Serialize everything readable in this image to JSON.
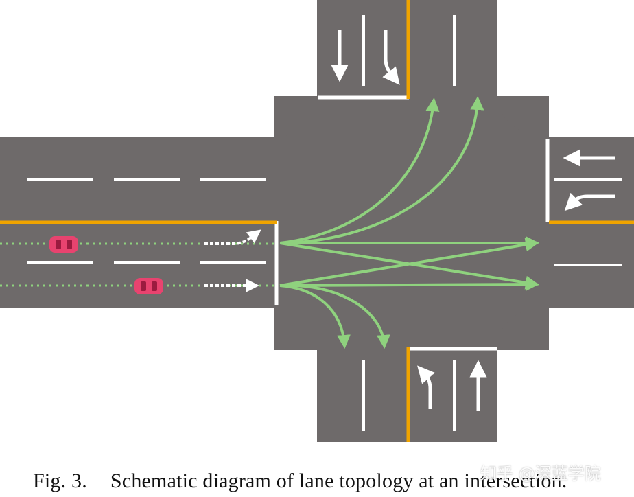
{
  "caption": {
    "figure_label": "Fig. 3.",
    "text": "Schematic diagram of lane topology at an intersection."
  },
  "watermark": "知乎 @深蓝学院",
  "colors": {
    "road": "#6e6a6a",
    "background": "#ffffff",
    "lane_marking": "#ffffff",
    "center_line": "#f0a400",
    "topology": "#8fd27e",
    "vehicle": "#e8436f"
  },
  "icons": [
    "vehicle-icon",
    "straight-arrow-icon",
    "left-turn-arrow-icon",
    "right-turn-arrow-icon"
  ]
}
